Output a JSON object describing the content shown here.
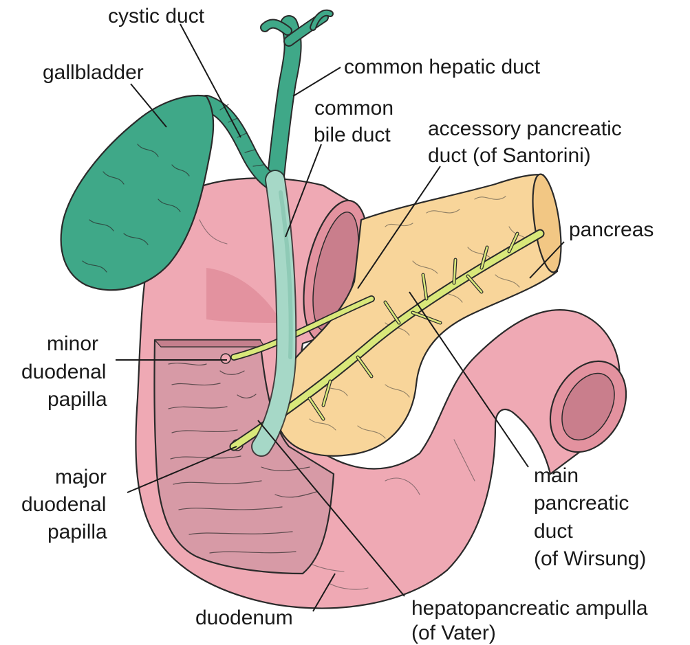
{
  "colors": {
    "gallbladder": "#3fa888",
    "bile_duct_light": "#a6d8c7",
    "duodenum": "#efa9b4",
    "duodenum_shadow": "#e3929f",
    "mucosa": "#d79aa6",
    "pancreas": "#f8d59a",
    "pancreatic_duct": "#d9e87a",
    "ink": "#1a1a1a"
  },
  "labels": {
    "cystic_duct": "cystic duct",
    "gallbladder": "gallbladder",
    "common_hepatic_duct": "common hepatic duct",
    "common_bile_duct": [
      "common",
      "bile duct"
    ],
    "accessory_pancreatic_duct": [
      "accessory pancreatic",
      "duct (of Santorini)"
    ],
    "pancreas": "pancreas",
    "minor_duodenal_papilla": [
      "minor",
      "duodenal",
      "papilla"
    ],
    "major_duodenal_papilla": [
      "major",
      "duodenal",
      "papilla"
    ],
    "main_pancreatic_duct": [
      "main",
      "pancreatic",
      "duct",
      "(of Wirsung)"
    ],
    "duodenum": "duodenum",
    "hepatopancreatic_ampulla": [
      "hepatopancreatic ampulla",
      "(of Vater)"
    ]
  }
}
